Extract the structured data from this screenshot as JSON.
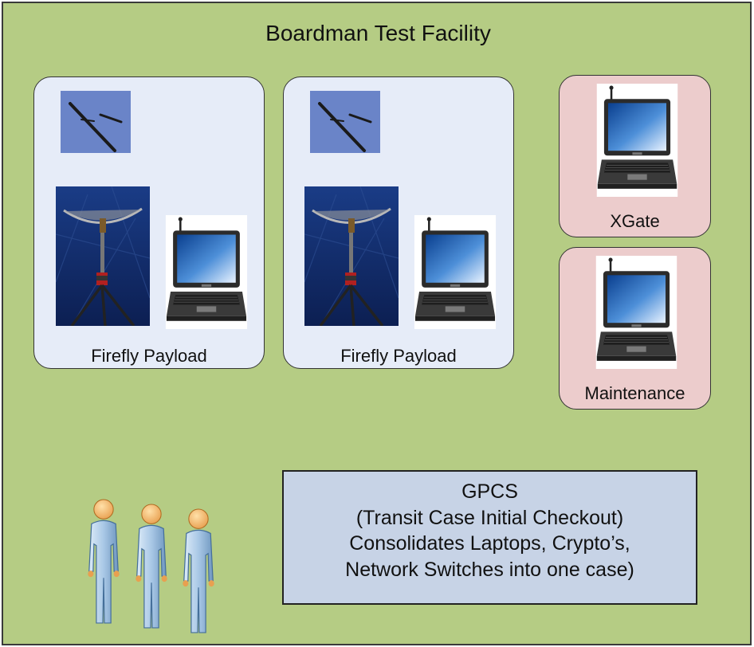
{
  "facility": {
    "title": "Boardman Test Facility"
  },
  "payload_panels": [
    {
      "label": "Firefly Payload"
    },
    {
      "label": "Firefly Payload"
    }
  ],
  "xgate": {
    "label": "XGate"
  },
  "maintenance": {
    "label": "Maintenance"
  },
  "gpcs": {
    "lines": [
      "GPCS",
      "(Transit Case Initial Checkout)",
      "Consolidates Laptops, Crypto’s,",
      "Network Switches into one case)"
    ]
  },
  "icons": [
    "uav-icon",
    "antenna-tripod-icon",
    "laptop-icon",
    "person-icon"
  ],
  "colors": {
    "facility_bg": "#b5cc84",
    "payload_panel_bg": "#e6ecf8",
    "pink_panel_bg": "#eccccc",
    "gpcs_bg": "#c7d3e6"
  }
}
